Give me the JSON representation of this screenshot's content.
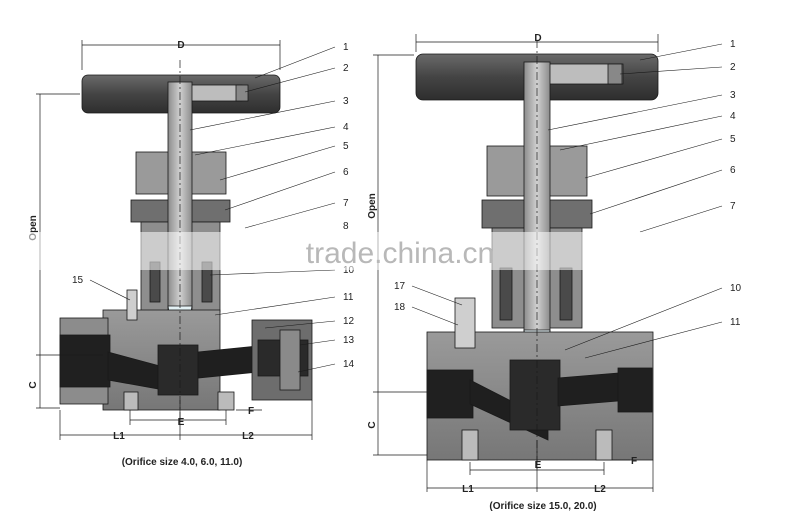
{
  "left_view": {
    "dims": {
      "d": "D",
      "open": "Open",
      "c": "C",
      "l1": "L1",
      "l2": "L2",
      "e": "E",
      "f": "F"
    },
    "callouts": [
      "1",
      "2",
      "3",
      "4",
      "5",
      "6",
      "7",
      "8",
      "10",
      "11",
      "12",
      "13",
      "14",
      "15"
    ],
    "caption": "(Orifice size 4.0, 6.0, 11.0)"
  },
  "right_view": {
    "dims": {
      "d": "D",
      "open": "Open",
      "c": "C",
      "l1": "L1",
      "l2": "L2",
      "e": "E",
      "f": "F"
    },
    "callouts": [
      "1",
      "2",
      "3",
      "4",
      "5",
      "6",
      "7",
      "10",
      "11",
      "17",
      "18"
    ],
    "caption": "(Orifice size 15.0, 20.0)"
  },
  "watermark": "trade.china.cn",
  "colors": {
    "body": "#8a8a8a",
    "dark": "#3e3e3e",
    "line": "#1a1a1a",
    "bore": "#1c1c1c"
  }
}
